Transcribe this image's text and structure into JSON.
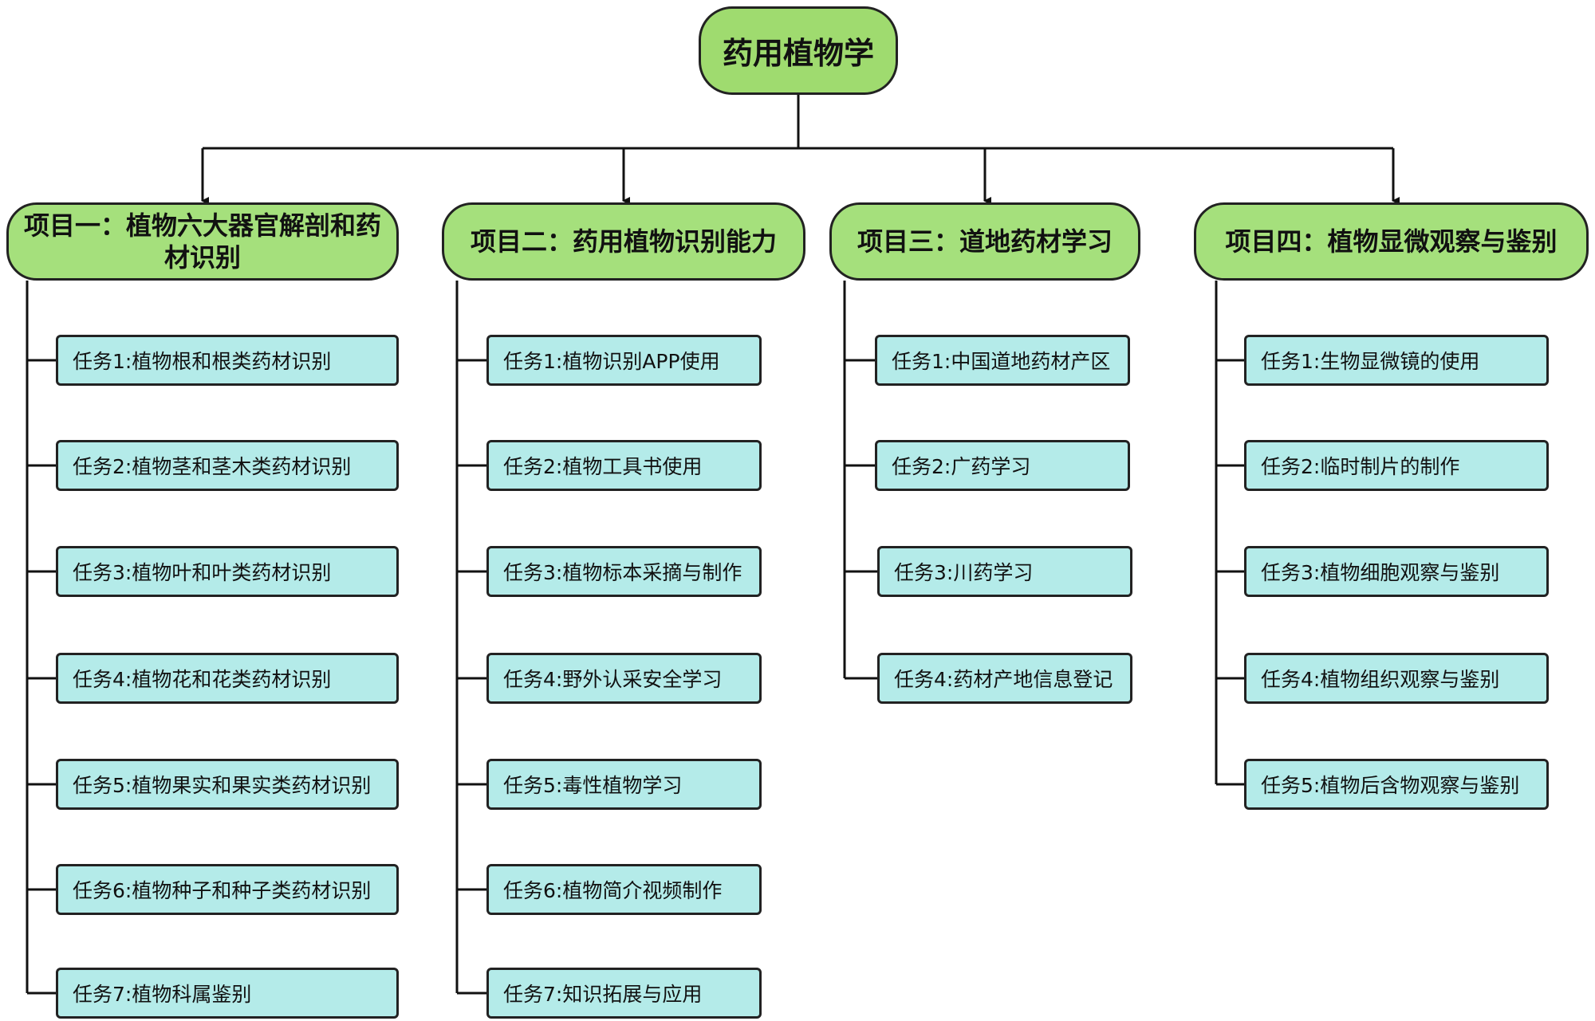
{
  "root": {
    "label": "药用植物学"
  },
  "projects": [
    {
      "title": "项目一：植物六大器官解剖和药材识别",
      "tasks": [
        "任务1:植物根和根类药材识别",
        "任务2:植物茎和茎木类药材识别",
        "任务3:植物叶和叶类药材识别",
        "任务4:植物花和花类药材识别",
        "任务5:植物果实和果实类药材识别",
        "任务6:植物种子和种子类药材识别",
        "任务7:植物科属鉴别"
      ]
    },
    {
      "title": "项目二：药用植物识别能力",
      "tasks": [
        "任务1:植物识别APP使用",
        "任务2:植物工具书使用",
        "任务3:植物标本采摘与制作",
        "任务4:野外认采安全学习",
        "任务5:毒性植物学习",
        "任务6:植物简介视频制作",
        "任务7:知识拓展与应用"
      ]
    },
    {
      "title": "项目三：道地药材学习",
      "tasks": [
        "任务1:中国道地药材产区",
        "任务2:广药学习",
        "任务3:川药学习",
        "任务4:药材产地信息登记"
      ]
    },
    {
      "title": "项目四：植物显微观察与鉴别",
      "tasks": [
        "任务1:生物显微镜的使用",
        "任务2:临时制片的制作",
        "任务3:植物细胞观察与鉴别",
        "任务4:植物组织观察与鉴别",
        "任务5:植物后含物观察与鉴别"
      ]
    }
  ],
  "colors": {
    "root_fill": "#9fdb6f",
    "project_fill": "#a5e07c",
    "task_fill": "#b4ebe9",
    "line": "#111111"
  }
}
